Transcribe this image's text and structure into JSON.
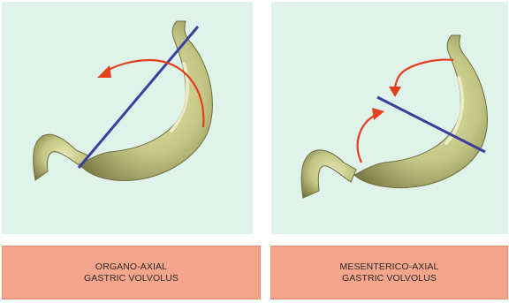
{
  "panels": [
    {
      "id": "organo-axial",
      "caption_lines": [
        "ORGANO-AXIAL",
        "GASTRIC VOLVOLUS"
      ]
    },
    {
      "id": "mesenterico-axial",
      "caption_lines": [
        "MESENTERICO-AXIAL",
        "GASTRIC VOLVOLUS"
      ]
    }
  ],
  "colors": {
    "panel_background": "#dff3ea",
    "caption_background": "#f5a58c",
    "stomach": "#c5c785",
    "stomach_shadow": "#6e6c3c",
    "axis_line": "#3a3fa0",
    "rotation_arrow": "#e2401f"
  }
}
